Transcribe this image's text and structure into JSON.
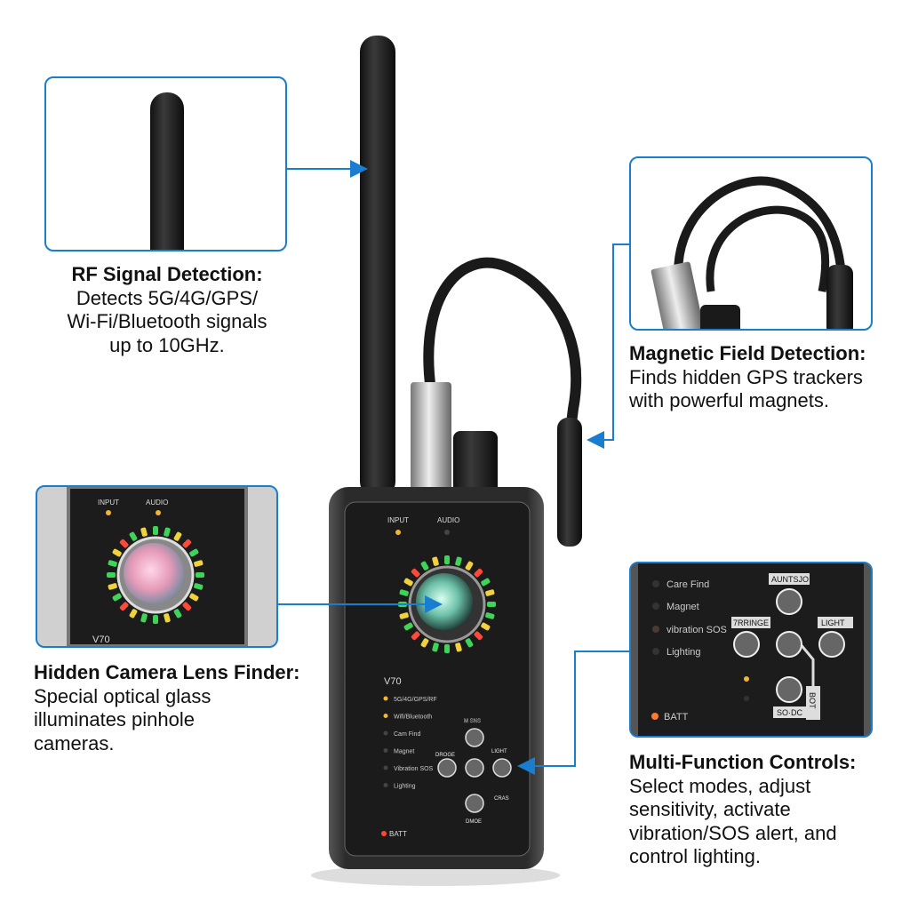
{
  "callouts": [
    {
      "id": "rf",
      "title": "RF Signal Detection:",
      "lines": [
        "Detects 5G/4G/GPS/",
        "Wi-Fi/Bluetooth signals",
        "up to 10GHz."
      ]
    },
    {
      "id": "magnetic",
      "title": "Magnetic Field Detection:",
      "lines": [
        "Finds hidden GPS trackers",
        "with powerful magnets."
      ]
    },
    {
      "id": "lens",
      "title": "Hidden Camera Lens Finder:",
      "lines": [
        "Special optical glass",
        "illuminates pinhole",
        "cameras."
      ]
    },
    {
      "id": "controls",
      "title": "Multi-Function Controls:",
      "lines": [
        "Select modes, adjust",
        "sensitivity, activate",
        "vibration/SOS alert, and",
        "control lighting."
      ]
    }
  ],
  "device": {
    "model": "V70",
    "top_labels": [
      "INPUT",
      "AUDIO"
    ],
    "indicators": [
      "5G/4G/GPS/RF",
      "Wifi/Bluetooth",
      "Cam Find",
      "Magnet",
      "Vibration SOS",
      "Lighting"
    ],
    "batt": "BATT",
    "buttons": [
      "M SNS",
      "DROGE",
      "LIGHT",
      "DMOE",
      "CRAS"
    ]
  },
  "controls_zoom": {
    "indicators": [
      "Care Find",
      "Magnet",
      "vibration SOS",
      "Lighting"
    ],
    "buttons": [
      "AUNTSJO",
      "7RRINGE",
      "LIGHT",
      "SO·DC",
      "BOT"
    ],
    "batt": "BATT"
  },
  "lens_zoom": {
    "labels": [
      "INPUT",
      "AUDIO"
    ],
    "model": "V70"
  },
  "colors": {
    "accent": "#1a7ed0",
    "device": "#2a2a2a",
    "led_amber": "#f5b531",
    "led_red": "#ff4a2a"
  }
}
